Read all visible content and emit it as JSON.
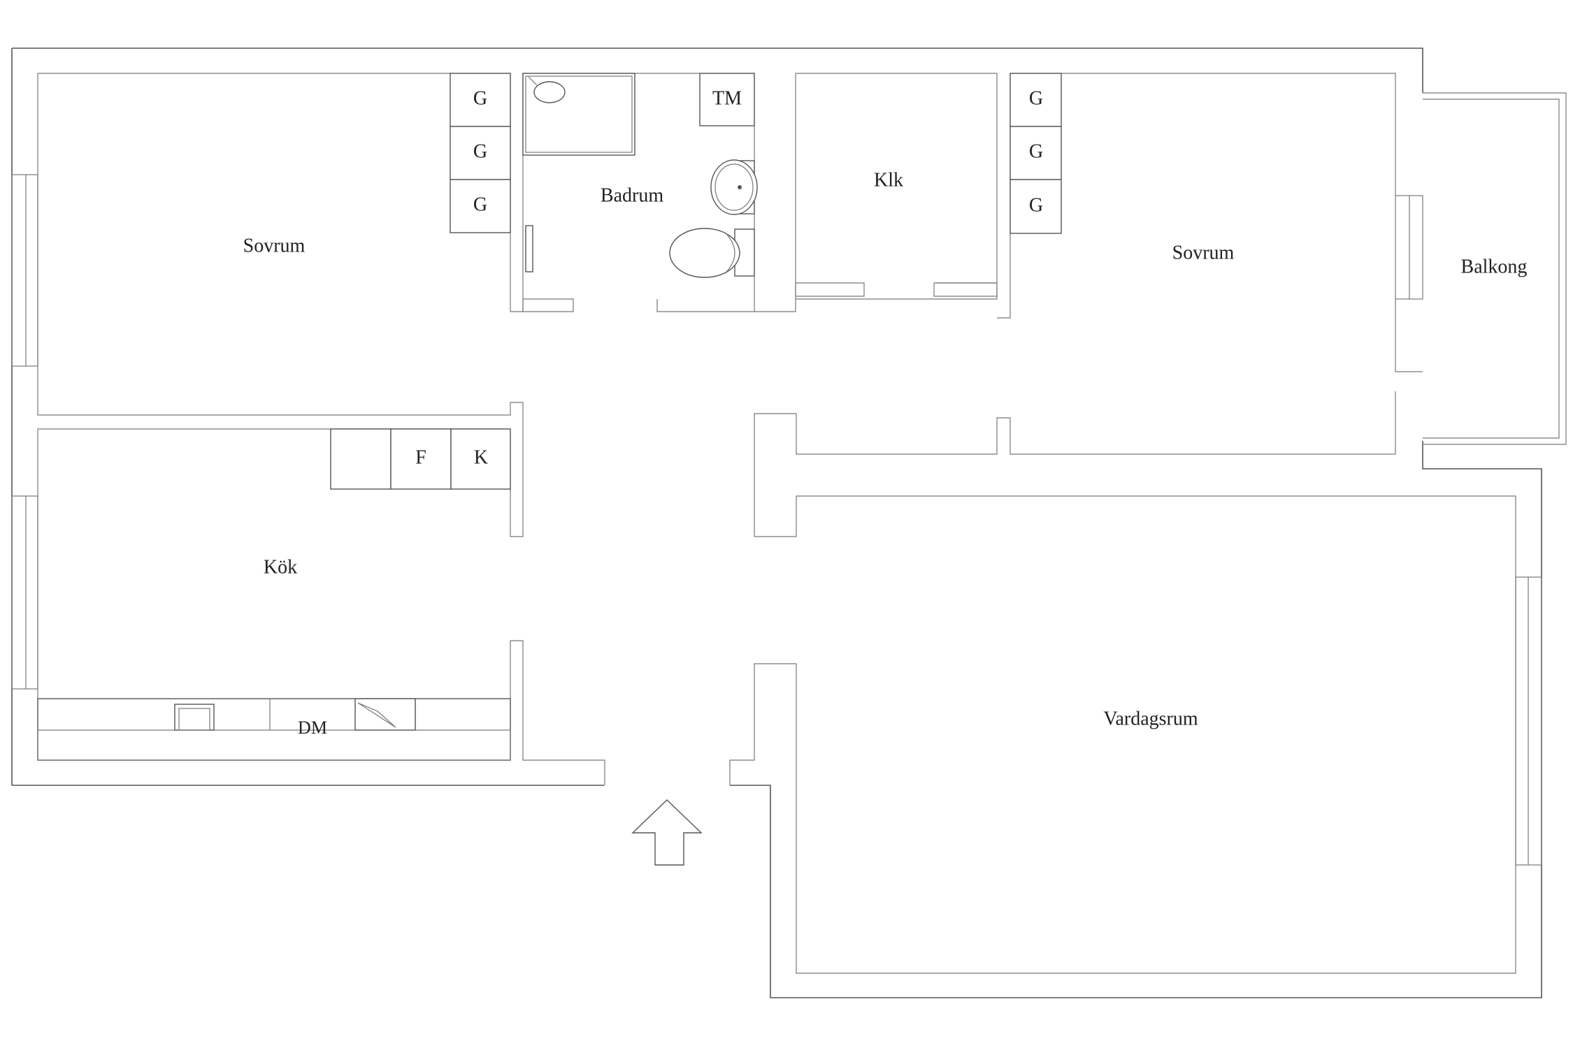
{
  "rooms": {
    "sovrum_left": "Sovrum",
    "badrum": "Badrum",
    "klk": "Klk",
    "sovrum_right": "Sovrum",
    "balkong": "Balkong",
    "kok": "Kök",
    "vardagsrum": "Vardagsrum"
  },
  "fixtures": {
    "wardrobe": "G",
    "tm": "TM",
    "fridge": "F",
    "freezer": "K",
    "dishwasher": "DM"
  }
}
